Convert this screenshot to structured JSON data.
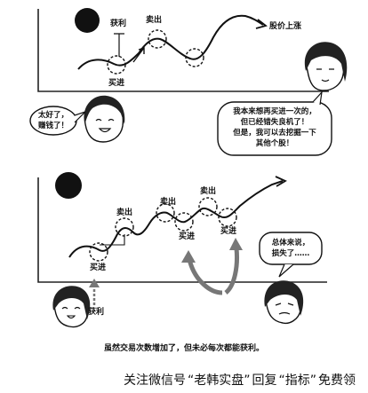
{
  "panel1": {
    "labels": {
      "profit": "获利",
      "sell": "卖出",
      "buy": "买进",
      "stock_up": "股价上涨"
    },
    "left_bubble": [
      "太好了，",
      "赚钱了！"
    ],
    "right_bubble": [
      "我本来想再买进一次的，",
      "但已经错失良机了！",
      "但是，我可以去挖掘一下",
      "其他个股！"
    ]
  },
  "panel2": {
    "labels": {
      "sell_1": "卖出",
      "buy_1": "买进",
      "sell_2": "买进",
      "buy_2": "卖出",
      "sell_3": "买进",
      "buy_3": "卖出",
      "profit": "获利"
    },
    "right_bubble": [
      "总体来说，",
      "损失了……"
    ]
  },
  "caption": "虽然交易次数增加了，但未必每次都能获利。",
  "footer": {
    "prefix": "关注微信号",
    "account": "“老韩实盘”",
    "reply": "回复",
    "keyword": "“指标”",
    "suffix": "免费领"
  }
}
